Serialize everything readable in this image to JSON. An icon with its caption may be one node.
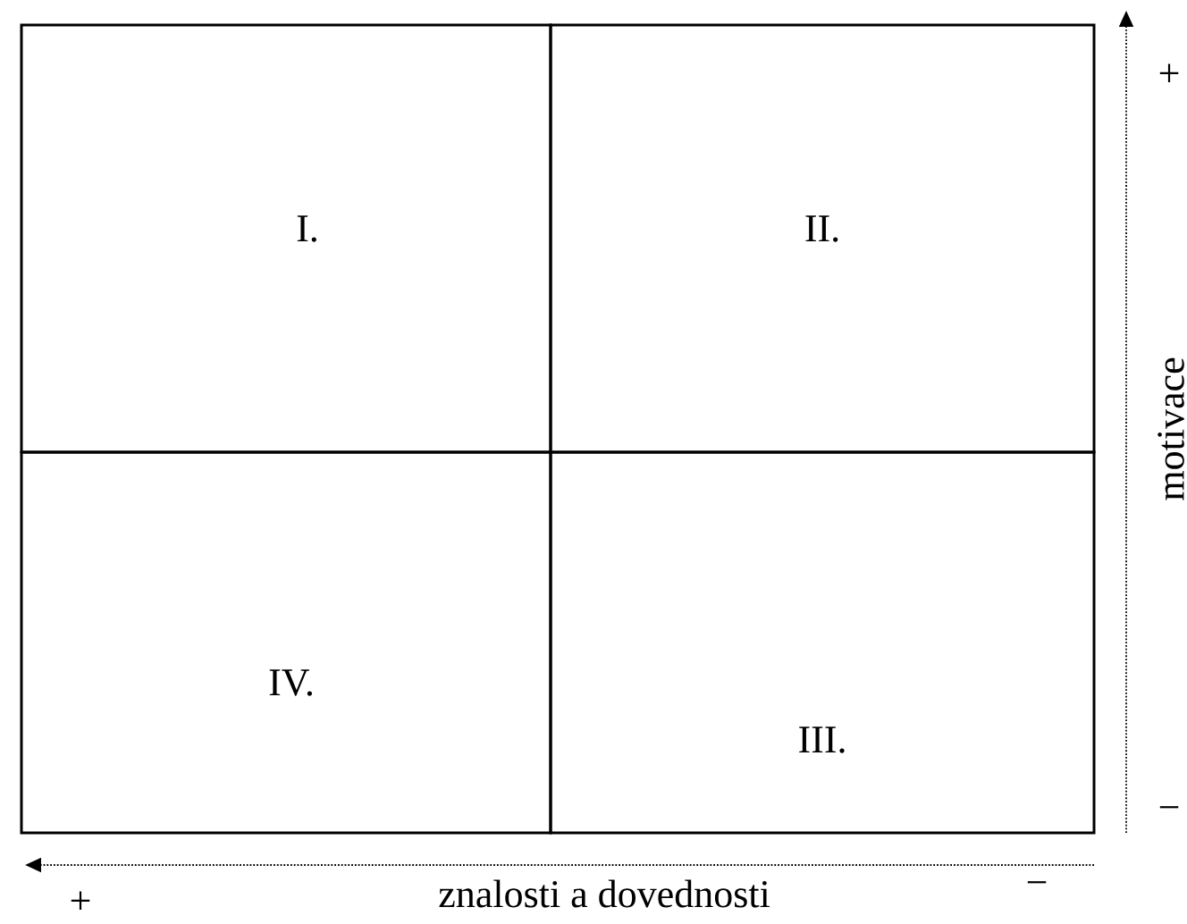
{
  "diagram": {
    "nodes": [
      {
        "text": [
          "I."
        ]
      },
      {
        "text": [
          "II."
        ]
      },
      {
        "text": [
          "IV."
        ]
      },
      {
        "text": [
          "III."
        ]
      }
    ],
    "edges": [],
    "labels": [
      "+",
      "motivace",
      "−",
      "+",
      "znalosti a dovednosti",
      "−"
    ]
  }
}
